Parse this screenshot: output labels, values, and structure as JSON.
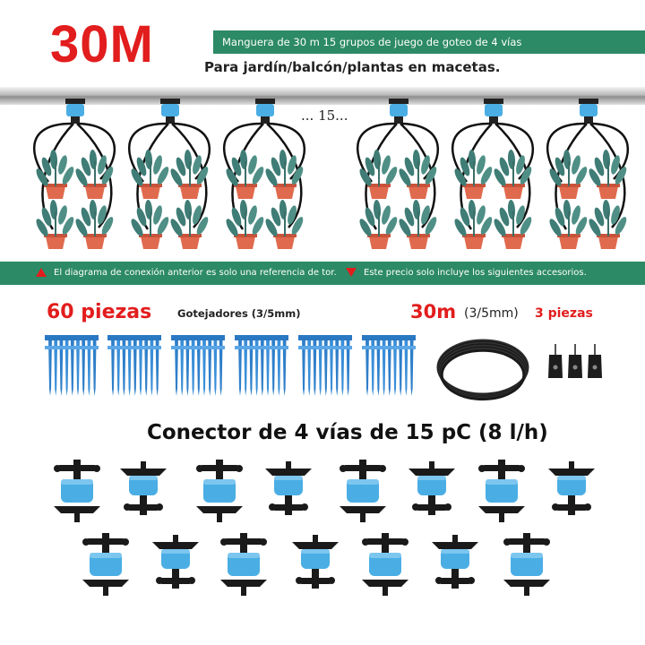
{
  "header": {
    "big_title": "30M",
    "green_bar_text": "Manguera de 30 m 15 grupos de juego de goteo de 4 vías",
    "subtitle": "Para jardín/balcón/plantas en macetas.",
    "group_count_label": "... 15..."
  },
  "banner": {
    "left_note": "El diagrama de conexión anterior es solo una referencia de tor.",
    "right_note": "Este precio solo incluye los siguientes accesorios."
  },
  "accessories": {
    "drippers_qty": "60 piezas",
    "drippers_label": "Gotejadores (3/5mm)",
    "hose_length": "30m",
    "hose_spec": "(3/5mm)",
    "hose_qty": "3 piezas"
  },
  "connectors": {
    "title": "Conector de 4 vías de 15 pC (8 l/h)"
  },
  "colors": {
    "accent_red": "#e21d1d",
    "banner_green": "#2c8a66",
    "connector_blue": "#4aaee4",
    "dripper_blue": "#3a8fd8"
  },
  "icons": {
    "warning_up": "triangle-up-icon",
    "warning_down": "triangle-down-icon"
  }
}
